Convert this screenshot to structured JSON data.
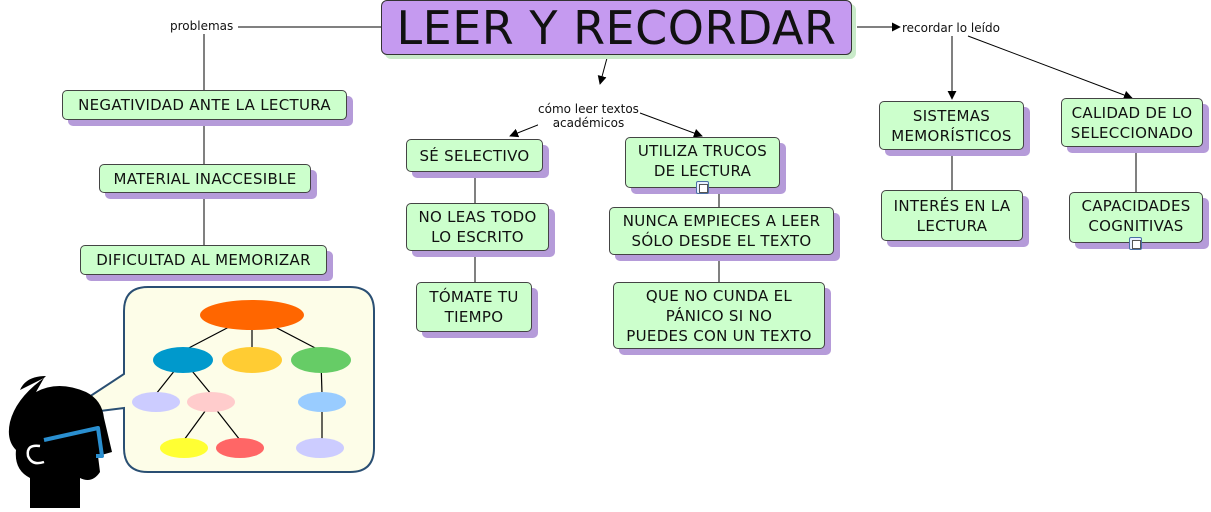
{
  "title": "LEER Y RECORDAR",
  "links": {
    "problems": "problemas",
    "how_to_read": "cómo leer textos\nacadémicos",
    "remember": "recordar lo leído"
  },
  "left_branch": [
    "NEGATIVIDAD ANTE LA LECTURA",
    "MATERIAL INACCESIBLE",
    "DIFICULTAD AL MEMORIZAR"
  ],
  "middle_left": [
    "SÉ SELECTIVO",
    "NO LEAS TODO\nLO ESCRITO",
    "TÓMATE TU\nTIEMPO"
  ],
  "middle_right": [
    "UTILIZA TRUCOS\nDE LECTURA",
    "NUNCA EMPIECES A LEER\nSÓLO DESDE EL TEXTO",
    "QUE NO CUNDA EL\nPÁNICO SI NO\nPUEDES CON UN TEXTO"
  ],
  "right_left": [
    "SISTEMAS\nMEMORÍSTICOS",
    "INTERÉS EN LA\nLECTURA"
  ],
  "right_right": [
    "CALIDAD DE LO\nSELECCIONADO",
    "CAPACIDADES\nCOGNITIVAS"
  ],
  "colors": {
    "node_fill": "#ccffcc",
    "node_shadow": "#b59bd9",
    "title_fill": "#c59af0"
  },
  "icons": [
    "document-icon",
    "thinking-head-illustration",
    "speech-bubble-icon"
  ]
}
